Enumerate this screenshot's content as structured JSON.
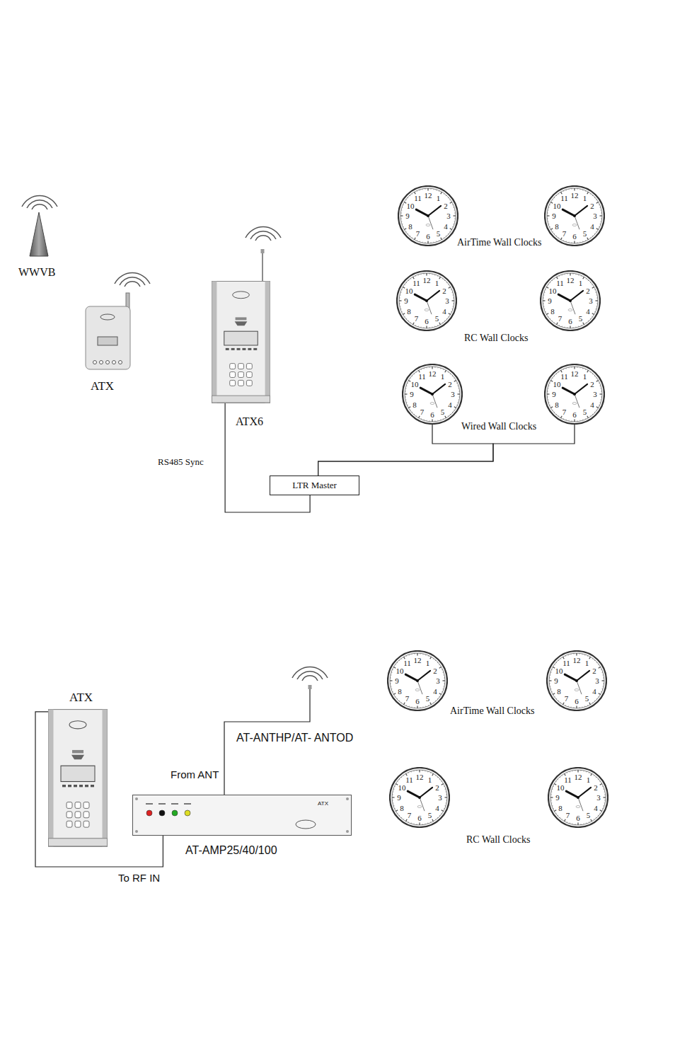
{
  "diagram": {
    "nodes": [
      {
        "text": [
          "12",
          "1",
          "2",
          "3",
          "4",
          "5",
          "6",
          "7",
          "8",
          "9",
          "10",
          "11"
        ]
      },
      {
        "text": [
          "12",
          "1",
          "2",
          "3",
          "4",
          "5",
          "6",
          "7",
          "8",
          "9",
          "10",
          "11"
        ]
      },
      {
        "text": [
          "ATX"
        ]
      },
      {
        "text": [
          "ATX6"
        ]
      },
      {
        "text": [
          "12",
          "1",
          "2",
          "3",
          "4",
          "5",
          "6",
          "7",
          "8",
          "9",
          "10",
          "11"
        ]
      },
      {
        "text": [
          "12",
          "1",
          "2",
          "3",
          "4",
          "5",
          "6",
          "7",
          "8",
          "9",
          "10",
          "11"
        ]
      },
      {
        "text": [
          "12",
          "1",
          "2",
          "3",
          "4",
          "5",
          "6",
          "7",
          "8",
          "9",
          "10",
          "11"
        ]
      },
      {
        "text": [
          "12",
          "1",
          "2",
          "3",
          "4",
          "5",
          "6",
          "7",
          "8",
          "9",
          "10",
          "11"
        ]
      },
      {
        "text": [
          "LTR Master"
        ]
      },
      {
        "text": [
          "ATX"
        ]
      },
      {
        "text": [
          "ATX",
          "AT-AMP25/40/100"
        ]
      },
      {
        "text": [
          "12",
          "1",
          "2",
          "3",
          "4",
          "5",
          "6",
          "7",
          "8",
          "9",
          "10",
          "11"
        ]
      },
      {
        "text": [
          "12",
          "1",
          "2",
          "3",
          "4",
          "5",
          "6",
          "7",
          "8",
          "9",
          "10",
          "11"
        ]
      },
      {
        "text": [
          "12",
          "1",
          "2",
          "3",
          "4",
          "5",
          "6",
          "7",
          "8",
          "9",
          "10",
          "11"
        ]
      },
      {
        "text": [
          "12",
          "1",
          "2",
          "3",
          "4",
          "5",
          "6",
          "7",
          "8",
          "9",
          "10",
          "11"
        ]
      }
    ],
    "edges": [
      {
        "from": 3,
        "to": 8,
        "label": "RS485 Sync",
        "arrow": "none"
      },
      {
        "from": 8,
        "to": 6,
        "arrow": "none"
      },
      {
        "from": 8,
        "to": 7,
        "arrow": "none"
      },
      {
        "from": 9,
        "to": 10,
        "label": "To RF IN",
        "arrow": "none"
      }
    ],
    "labels": [
      "WWVB",
      "AirTime Wall Clocks",
      "RC Wall Clocks",
      "Wired Wall Clocks",
      "AirTime Wall Clocks",
      "RC Wall Clocks",
      "From ANT",
      "AT-ANTHP/AT- ANTOD"
    ]
  }
}
